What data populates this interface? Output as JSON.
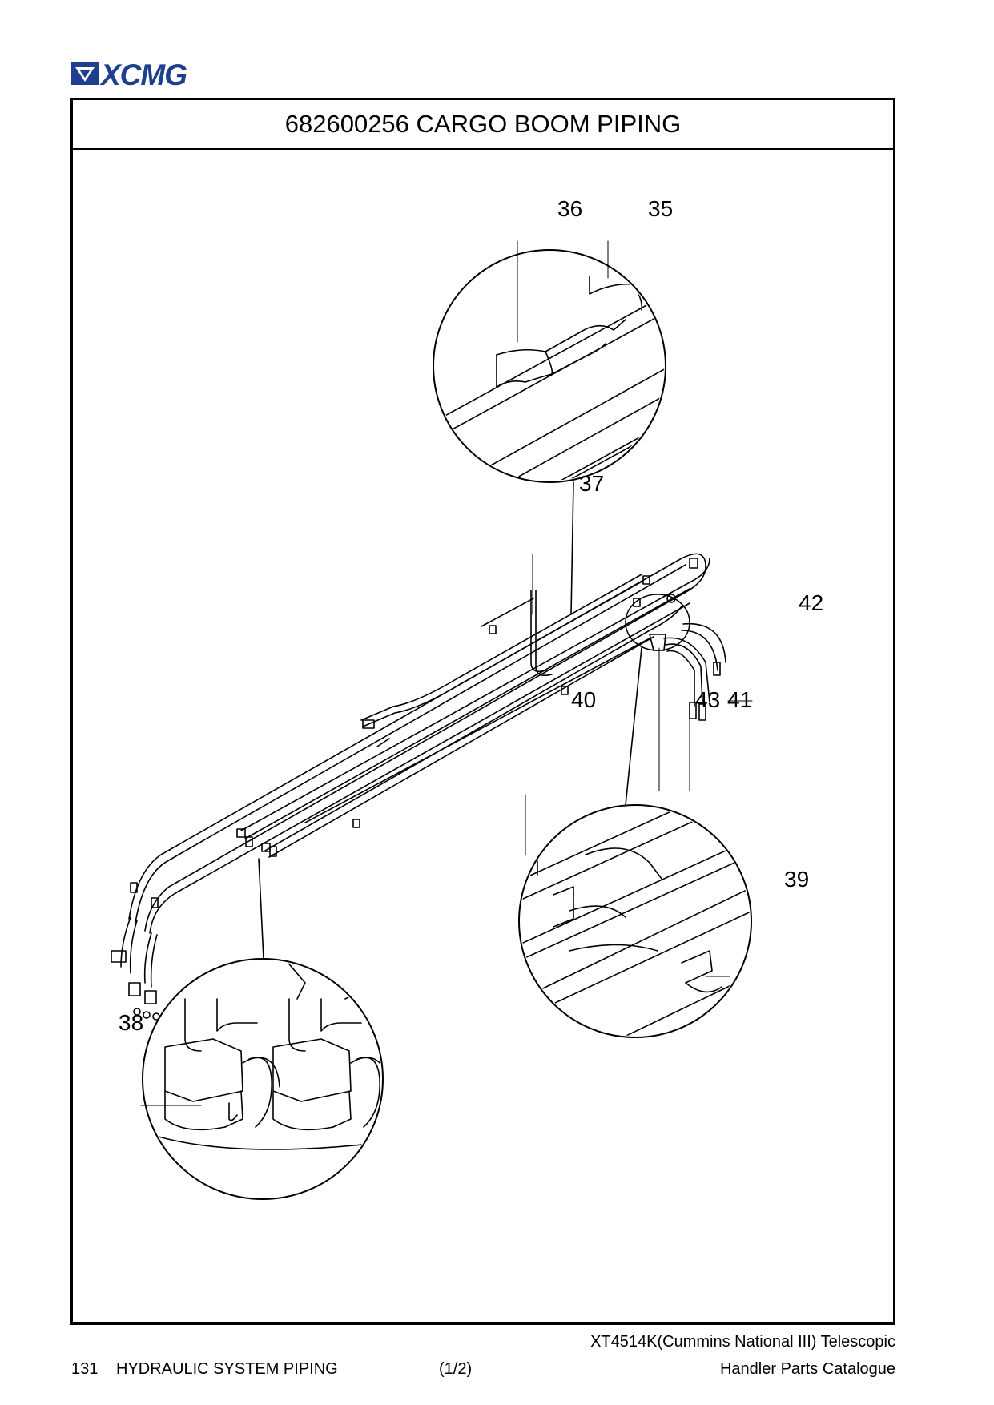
{
  "header": {
    "brand": "XCMG",
    "brand_color": "#1e3f8f"
  },
  "diagram": {
    "title": "682600256 CARGO BOOM PIPING",
    "callouts": [
      "36",
      "35",
      "37",
      "42",
      "40",
      "43",
      "41",
      "39",
      "38"
    ]
  },
  "footer": {
    "page_number": "131",
    "section": "HYDRAULIC SYSTEM PIPING",
    "sheet": "(1/2)",
    "catalogue_line1": "XT4514K(Cummins National III) Telescopic",
    "catalogue_line2": "Handler Parts Catalogue"
  }
}
